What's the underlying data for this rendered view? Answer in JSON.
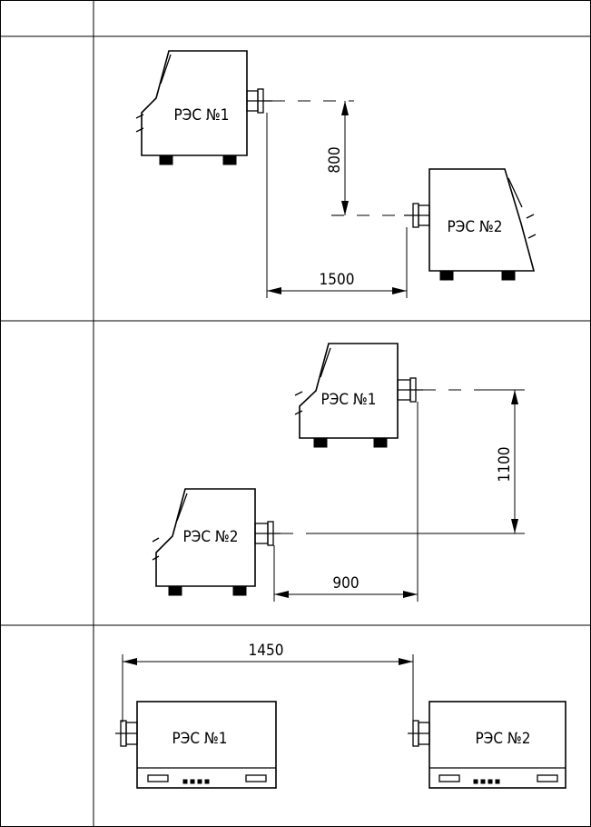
{
  "table": {
    "header": {
      "col1": "",
      "col2": ""
    },
    "rows": [
      {
        "col1": "",
        "labels": {
          "device1": "РЭС №1",
          "device2": "РЭС №2"
        },
        "dims": {
          "vertical": "800",
          "horizontal": "1500"
        }
      },
      {
        "col1": "",
        "labels": {
          "device1": "РЭС №1",
          "device2": "РЭС №2"
        },
        "dims": {
          "vertical": "1100",
          "horizontal": "900"
        }
      },
      {
        "col1": "",
        "labels": {
          "device1": "РЭС №1",
          "device2": "РЭС №2"
        },
        "dims": {
          "horizontal": "1450"
        }
      }
    ]
  }
}
